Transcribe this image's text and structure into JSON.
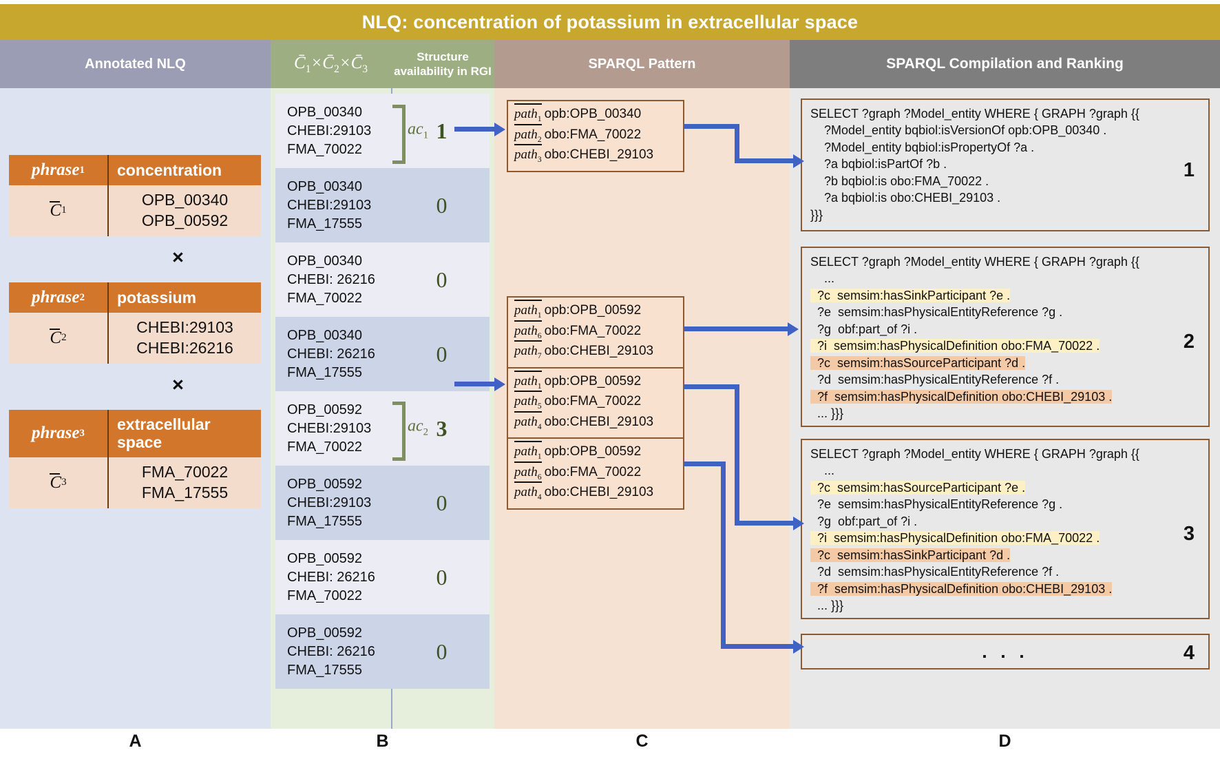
{
  "title": "NLQ: concentration of potassium in extracellular space",
  "headers": {
    "annotated_nlq": "Annotated NLQ",
    "cross_product": "C̄1×C̄2×C̄3",
    "structure_availability": "Structure availability in RGI",
    "sparql_pattern": "SPARQL Pattern",
    "sparql_compilation": "SPARQL Compilation and  Ranking"
  },
  "panelA": {
    "phrases": [
      {
        "key": "phrase",
        "sub": "1",
        "text": "concentration",
        "cvar": "C",
        "csub": "1",
        "candidates": [
          "OPB_00340",
          "OPB_00592"
        ]
      },
      {
        "key": "phrase",
        "sub": "2",
        "text": "potassium",
        "cvar": "C",
        "csub": "2",
        "candidates": [
          "CHEBI:29103",
          "CHEBI:26216"
        ]
      },
      {
        "key": "phrase",
        "sub": "3",
        "text": "extracellular space",
        "cvar": "C",
        "csub": "3",
        "candidates": [
          "FMA_70022",
          "FMA_17555"
        ]
      }
    ],
    "operator": "×"
  },
  "panelB": {
    "rows": [
      {
        "ids": [
          "OPB_00340",
          "CHEBI:29103",
          "FMA_70022"
        ],
        "count": "1",
        "group": "ac",
        "group_sub": "1"
      },
      {
        "ids": [
          "OPB_00340",
          "CHEBI:29103",
          "FMA_17555"
        ],
        "count": "0",
        "group": null,
        "group_sub": null
      },
      {
        "ids": [
          "OPB_00340",
          "CHEBI: 26216",
          "FMA_70022"
        ],
        "count": "0",
        "group": null,
        "group_sub": null
      },
      {
        "ids": [
          "OPB_00340",
          "CHEBI: 26216",
          "FMA_17555"
        ],
        "count": "0",
        "group": null,
        "group_sub": null
      },
      {
        "ids": [
          "OPB_00592",
          "CHEBI:29103",
          "FMA_70022"
        ],
        "count": "3",
        "group": "ac",
        "group_sub": "2"
      },
      {
        "ids": [
          "OPB_00592",
          "CHEBI:29103",
          "FMA_17555"
        ],
        "count": "0",
        "group": null,
        "group_sub": null
      },
      {
        "ids": [
          "OPB_00592",
          "CHEBI: 26216",
          "FMA_70022"
        ],
        "count": "0",
        "group": null,
        "group_sub": null
      },
      {
        "ids": [
          "OPB_00592",
          "CHEBI: 26216",
          "FMA_17555"
        ],
        "count": "0",
        "group": null,
        "group_sub": null
      }
    ]
  },
  "panelC": {
    "groups": [
      {
        "boxes": [
          {
            "lines": [
              {
                "path": "path",
                "sub": "1",
                "value": "opb:OPB_00340"
              },
              {
                "path": "path",
                "sub": "2",
                "value": "obo:FMA_70022"
              },
              {
                "path": "path",
                "sub": "3",
                "value": "obo:CHEBI_29103"
              }
            ]
          }
        ]
      },
      {
        "boxes": [
          {
            "lines": [
              {
                "path": "path",
                "sub": "1",
                "value": "opb:OPB_00592"
              },
              {
                "path": "path",
                "sub": "6",
                "value": "obo:FMA_70022"
              },
              {
                "path": "path",
                "sub": "7",
                "value": "obo:CHEBI_29103"
              }
            ]
          },
          {
            "lines": [
              {
                "path": "path",
                "sub": "1",
                "value": "opb:OPB_00592"
              },
              {
                "path": "path",
                "sub": "5",
                "value": "obo:FMA_70022"
              },
              {
                "path": "path",
                "sub": "4",
                "value": "obo:CHEBI_29103"
              }
            ]
          },
          {
            "lines": [
              {
                "path": "path",
                "sub": "1",
                "value": "opb:OPB_00592"
              },
              {
                "path": "path",
                "sub": "6",
                "value": "obo:FMA_70022"
              },
              {
                "path": "path",
                "sub": "4",
                "value": "obo:CHEBI_29103"
              }
            ]
          }
        ]
      }
    ]
  },
  "panelD": {
    "queries": [
      {
        "rank": "1",
        "lines": [
          {
            "text": "SELECT ?graph ?Model_entity WHERE { GRAPH ?graph {{",
            "hl": ""
          },
          {
            "text": "    ?Model_entity bqbiol:isVersionOf opb:OPB_00340 .",
            "hl": ""
          },
          {
            "text": "    ?Model_entity bqbiol:isPropertyOf ?a .",
            "hl": ""
          },
          {
            "text": "    ?a bqbiol:isPartOf ?b .",
            "hl": ""
          },
          {
            "text": "    ?b bqbiol:is obo:FMA_70022 .",
            "hl": ""
          },
          {
            "text": "    ?a bqbiol:is obo:CHEBI_29103 .",
            "hl": ""
          },
          {
            "text": "}}}",
            "hl": ""
          }
        ]
      },
      {
        "rank": "2",
        "lines": [
          {
            "text": "SELECT ?graph ?Model_entity WHERE { GRAPH ?graph {{",
            "hl": ""
          },
          {
            "text": "    ...",
            "hl": ""
          },
          {
            "text": "  ?c  semsim:hasSinkParticipant ?e .",
            "hl": "y"
          },
          {
            "text": "  ?e  semsim:hasPhysicalEntityReference ?g .",
            "hl": ""
          },
          {
            "text": "  ?g  obf:part_of ?i .",
            "hl": ""
          },
          {
            "text": "  ?i  semsim:hasPhysicalDefinition obo:FMA_70022 .",
            "hl": "y"
          },
          {
            "text": "  ?c  semsim:hasSourceParticipant ?d .",
            "hl": "o"
          },
          {
            "text": "  ?d  semsim:hasPhysicalEntityReference ?f .",
            "hl": ""
          },
          {
            "text": "  ?f  semsim:hasPhysicalDefinition obo:CHEBI_29103 .",
            "hl": "o"
          },
          {
            "text": "  ... }}}",
            "hl": ""
          }
        ]
      },
      {
        "rank": "3",
        "lines": [
          {
            "text": "SELECT ?graph ?Model_entity WHERE { GRAPH ?graph {{",
            "hl": ""
          },
          {
            "text": "    ...",
            "hl": ""
          },
          {
            "text": "  ?c  semsim:hasSourceParticipant ?e .",
            "hl": "y"
          },
          {
            "text": "  ?e  semsim:hasPhysicalEntityReference ?g .",
            "hl": ""
          },
          {
            "text": "  ?g  obf:part_of ?i .",
            "hl": ""
          },
          {
            "text": "  ?i  semsim:hasPhysicalDefinition obo:FMA_70022 .",
            "hl": "y"
          },
          {
            "text": "  ?c  semsim:hasSinkParticipant ?d .",
            "hl": "o"
          },
          {
            "text": "  ?d  semsim:hasPhysicalEntityReference ?f .",
            "hl": ""
          },
          {
            "text": "  ?f  semsim:hasPhysicalDefinition obo:CHEBI_29103 .",
            "hl": "o"
          },
          {
            "text": "  ... }}}",
            "hl": ""
          }
        ]
      }
    ],
    "ellipsis": ". . .",
    "ellipsis_rank": "4"
  },
  "footers": {
    "a": "A",
    "b": "B",
    "c": "C",
    "d": "D"
  },
  "colors": {
    "title_bar": "#c8a72e",
    "header_gray": "#9a9db4",
    "header_green": "#9dae82",
    "header_brown": "#b39b90",
    "header_dark": "#7e7e7e",
    "phrase_orange": "#d2762c",
    "candidate_peach": "#f4dccd",
    "arrow_blue": "#3f62c4",
    "count_green": "#3f5322",
    "highlight_yellow": "#fcf0c4",
    "highlight_orange": "#f4c9a6",
    "box_border": "#8a5a33"
  }
}
